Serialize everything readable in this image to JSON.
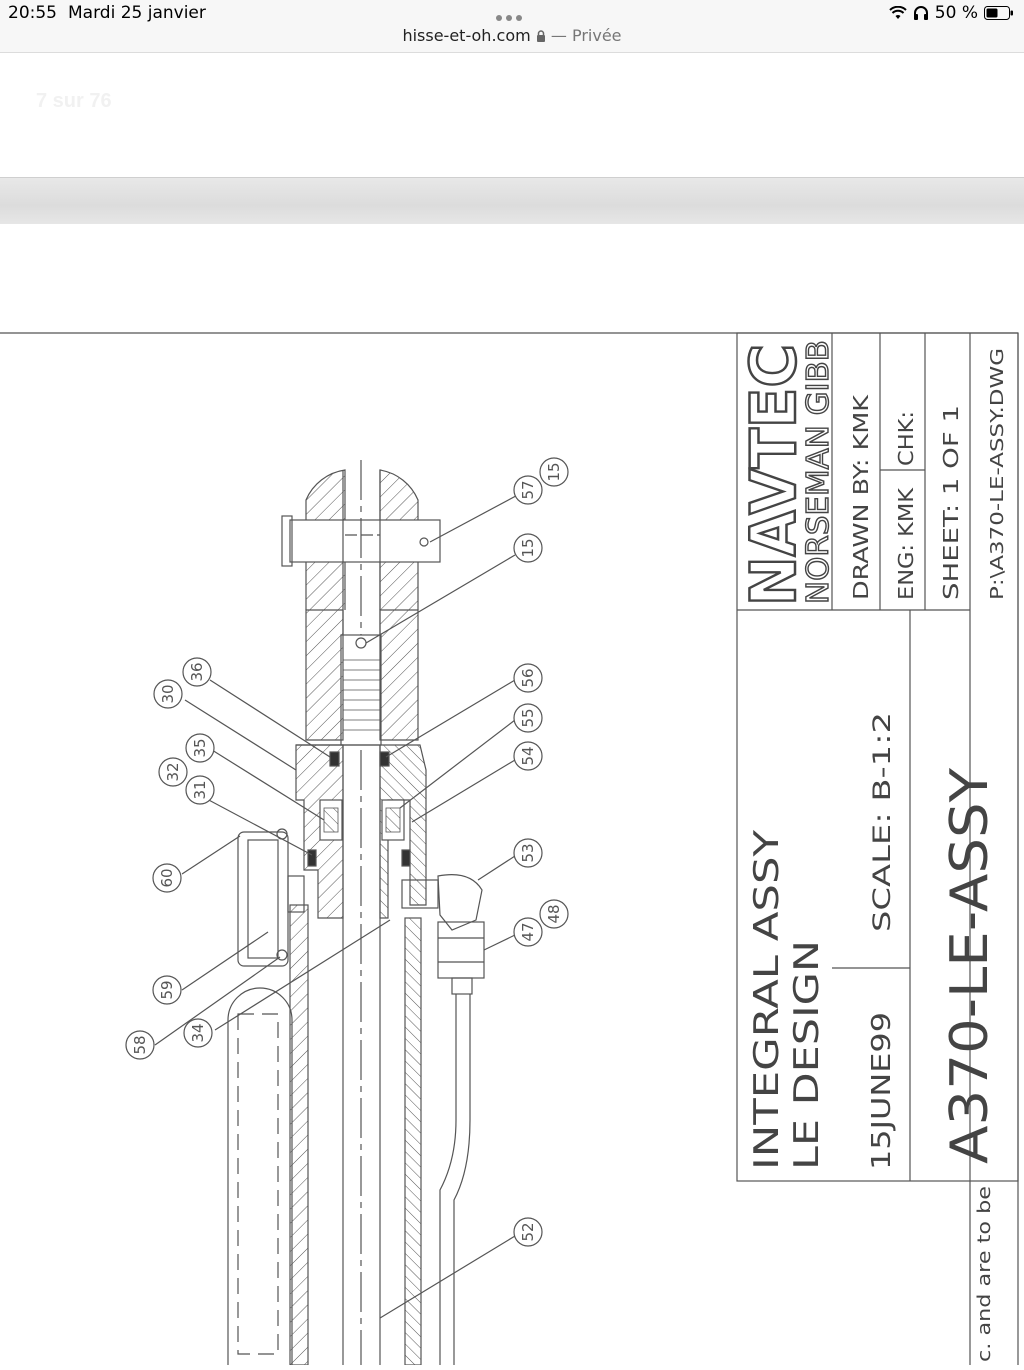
{
  "status_bar": {
    "time": "20:55",
    "date": "Mardi 25 janvier",
    "battery": "50 %",
    "url": "hisse-et-oh.com",
    "privacy": "— Privée"
  },
  "viewer": {
    "page_indicator": "7 sur 76"
  },
  "drawing": {
    "company": "NAVTEC",
    "company_sub": "NORSEMAN GIBB",
    "drawn_by": "DRAWN BY: KMK",
    "eng": "ENG: KMK",
    "chk": "CHK:",
    "sheet": "SHEET: 1 OF 1",
    "path": "P:\\A370-LE-ASSY.DWG",
    "title_line1": "INTEGRAL ASSY",
    "title_line2": "LE DESIGN",
    "scale": "SCALE:   B-1:2",
    "date": "15JUNE99",
    "drawing_number": "A370-LE-ASSY",
    "note": "c. and are to be",
    "balloons": [
      "57",
      "15",
      "15",
      "36",
      "30",
      "35",
      "32",
      "31",
      "56",
      "55",
      "54",
      "53",
      "60",
      "47",
      "48",
      "59",
      "34",
      "58",
      "52"
    ]
  }
}
